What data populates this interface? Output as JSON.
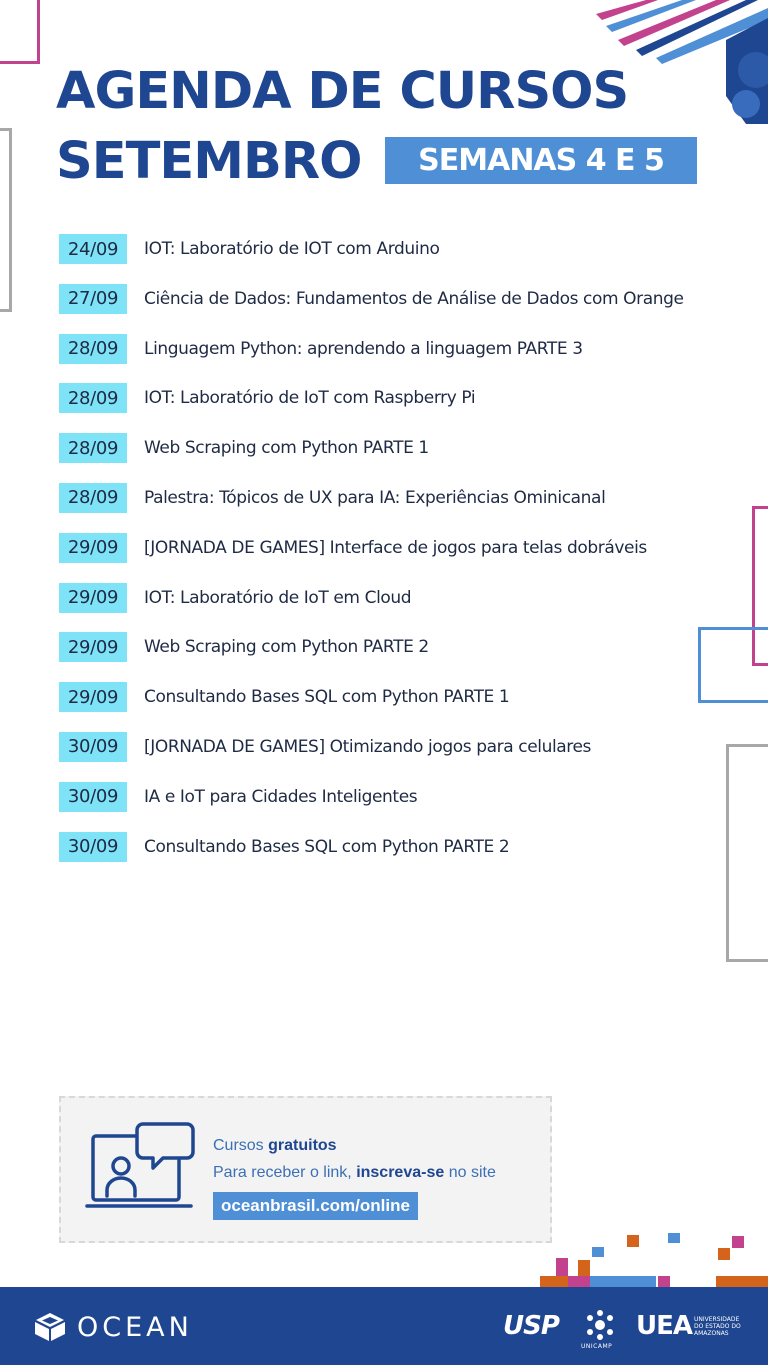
{
  "header": {
    "title_line1": "AGENDA DE CURSOS",
    "title_line2": "SETEMBRO",
    "weeks_badge": "SEMANAS 4 E 5"
  },
  "schedule": [
    {
      "date": "24/09",
      "course": "IOT: Laboratório de IOT com Arduino"
    },
    {
      "date": "27/09",
      "course": "Ciência de Dados: Fundamentos de Análise de Dados com Orange"
    },
    {
      "date": "28/09",
      "course": "Linguagem Python: aprendendo a linguagem PARTE 3"
    },
    {
      "date": "28/09",
      "course": "IOT: Laboratório de IoT com Raspberry Pi"
    },
    {
      "date": "28/09",
      "course": "Web Scraping com Python PARTE 1"
    },
    {
      "date": "28/09",
      "course": "Palestra: Tópicos de UX para IA: Experiências Ominicanal"
    },
    {
      "date": "29/09",
      "course": "[JORNADA DE GAMES] Interface de jogos para telas dobráveis"
    },
    {
      "date": "29/09",
      "course": "IOT: Laboratório de IoT em Cloud"
    },
    {
      "date": "29/09",
      "course": "Web Scraping com Python PARTE 2"
    },
    {
      "date": "29/09",
      "course": "Consultando Bases SQL com Python PARTE 1"
    },
    {
      "date": "30/09",
      "course": "[JORNADA DE GAMES] Otimizando jogos para celulares"
    },
    {
      "date": "30/09",
      "course": "IA e IoT para Cidades Inteligentes"
    },
    {
      "date": "30/09",
      "course": "Consultando Bases SQL com Python PARTE 2"
    }
  ],
  "info": {
    "line1_prefix": "Cursos ",
    "line1_bold": "gratuitos",
    "line2_prefix": "Para receber o link, ",
    "line2_bold": "inscreva-se",
    "line2_suffix": " no site",
    "site": "oceanbrasil.com/online",
    "icon": "online-class-chat-icon"
  },
  "footer": {
    "brand": "OCEAN",
    "partners": {
      "usp": "USP",
      "unicamp": "UNICAMP",
      "uea": "UEA",
      "uea_sub": "UNIVERSIDADE DO ESTADO DO AMAZONAS"
    }
  },
  "colors": {
    "primary": "#1f4690",
    "accent_blue": "#4f8fd6",
    "date_cyan": "#7fe3f7",
    "magenta": "#c2428d",
    "orange": "#d4641c"
  }
}
